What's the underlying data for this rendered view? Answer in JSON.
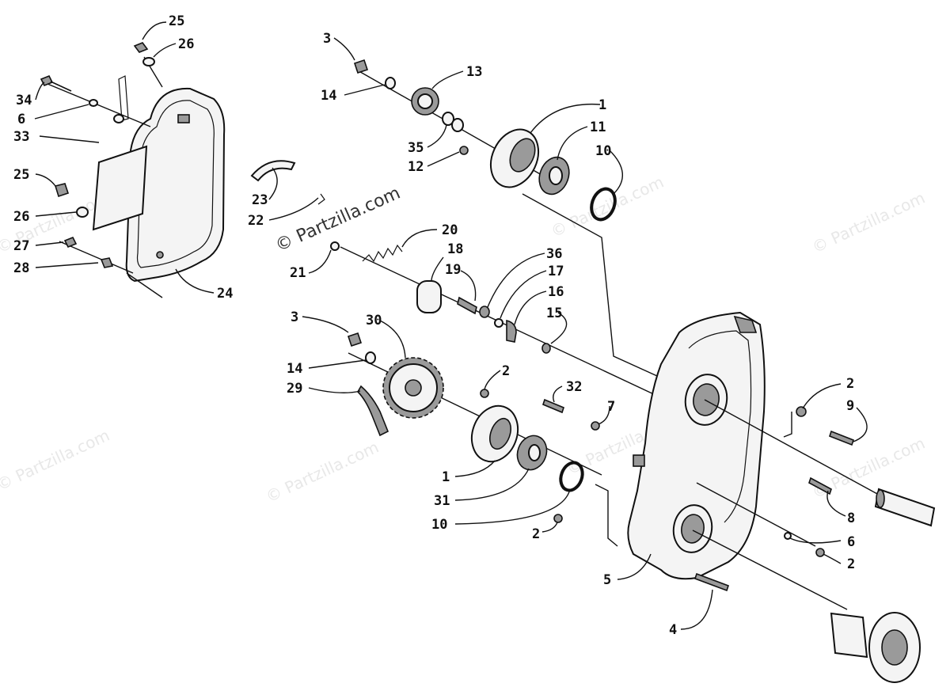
{
  "watermark": {
    "main": "© Partzilla.com",
    "faint": "© Partzilla.com"
  },
  "callouts": {
    "c1_top": "1",
    "c1_bottom": "1",
    "c2_a": "2",
    "c2_b": "2",
    "c2_c": "2",
    "c2_d": "2",
    "c3_top": "3",
    "c3_mid": "3",
    "c4": "4",
    "c5": "5",
    "c6_left": "6",
    "c6_right": "6",
    "c7": "7",
    "c8": "8",
    "c9": "9",
    "c10_top": "10",
    "c10_bottom": "10",
    "c11": "11",
    "c12": "12",
    "c13": "13",
    "c14_top": "14",
    "c14_mid": "14",
    "c15": "15",
    "c16": "16",
    "c17": "17",
    "c18": "18",
    "c19": "19",
    "c20": "20",
    "c21": "21",
    "c22": "22",
    "c23": "23",
    "c24": "24",
    "c25_top": "25",
    "c25_left": "25",
    "c26_top": "26",
    "c26_left": "26",
    "c27": "27",
    "c28": "28",
    "c29": "29",
    "c30": "30",
    "c31": "31",
    "c32": "32",
    "c33": "33",
    "c34": "34",
    "c35": "35",
    "c36": "36"
  }
}
